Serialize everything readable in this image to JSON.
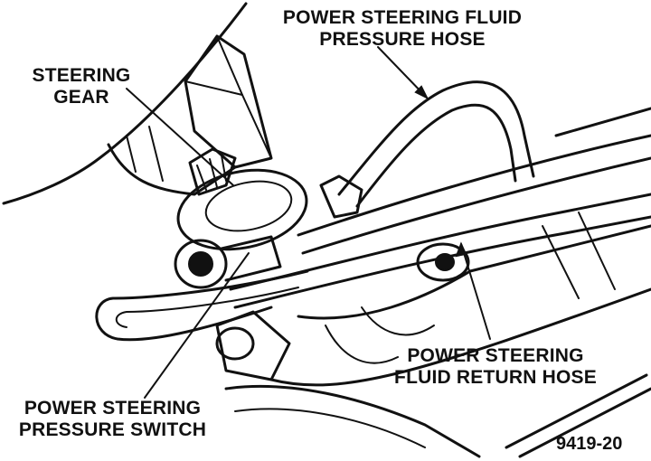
{
  "labels": {
    "steering_gear": [
      "STEERING",
      "GEAR"
    ],
    "pressure_hose": [
      "POWER STEERING FLUID",
      "PRESSURE HOSE"
    ],
    "return_hose": [
      "POWER STEERING",
      "FLUID RETURN HOSE"
    ],
    "pressure_switch": [
      "POWER STEERING",
      "PRESSURE SWITCH"
    ]
  },
  "figure_number": "9419-20"
}
